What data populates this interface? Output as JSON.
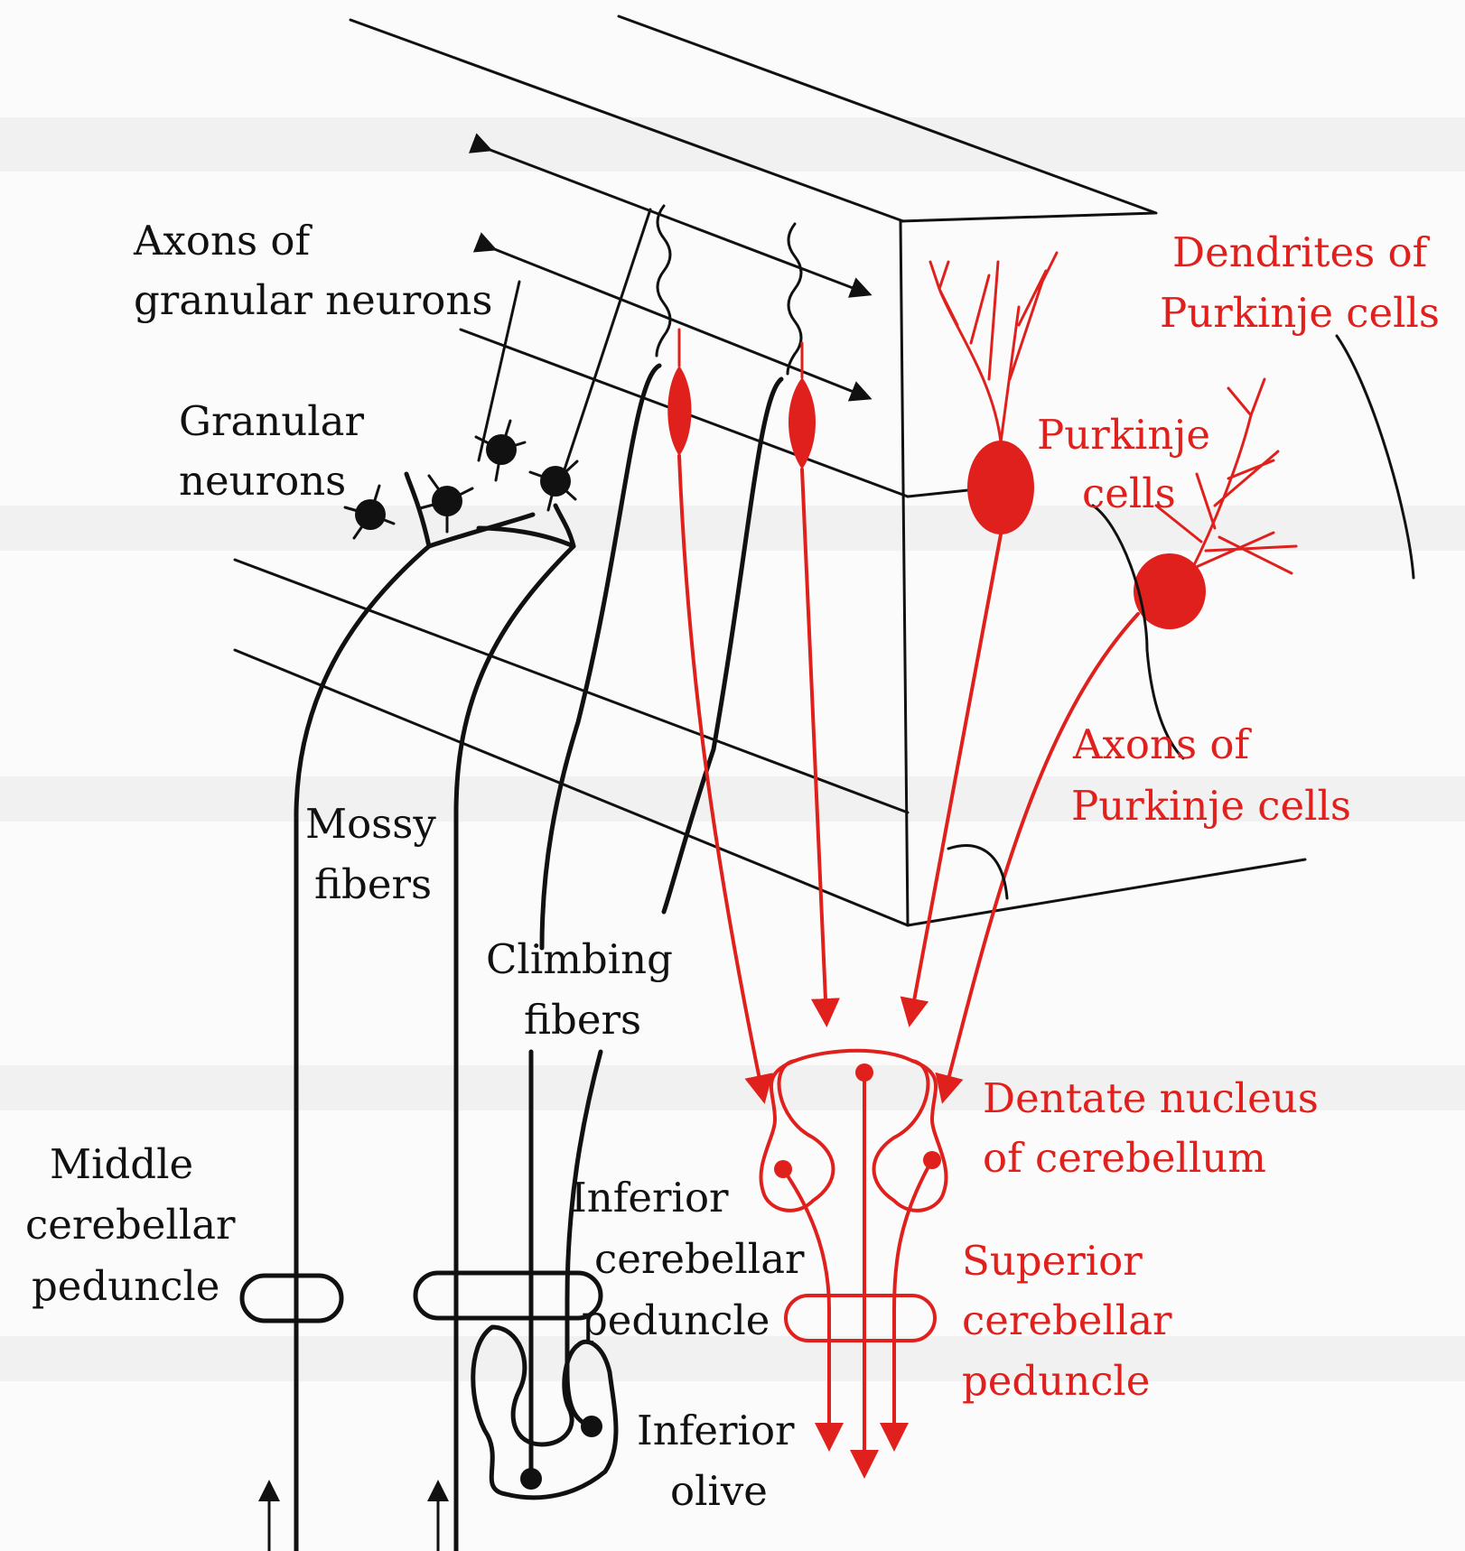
{
  "colors": {
    "black": "#111111",
    "red": "#e0201c",
    "background": "#fbfbfb"
  },
  "labels": {
    "axons_granular_1": "Axons of",
    "axons_granular_2": "granular neurons",
    "granular_1": "Granular",
    "granular_2": "neurons",
    "mossy_1": "Mossy",
    "mossy_2": "fibers",
    "climbing_1": "Climbing",
    "climbing_2": "fibers",
    "middle_ped_1": "Middle",
    "middle_ped_2": "cerebellar",
    "middle_ped_3": "peduncle",
    "inferior_ped_1": "Inferior",
    "inferior_ped_2": "cerebellar",
    "inferior_ped_3": "peduncle",
    "inferior_olive_1": "Inferior",
    "inferior_olive_2": "olive",
    "dendrites_1": "Dendrites of",
    "dendrites_2": "Purkinje cells",
    "purkinje_1": "Purkinje",
    "purkinje_2": "cells",
    "axons_purkinje_1": "Axons of",
    "axons_purkinje_2": "Purkinje cells",
    "dentate_1": "Dentate nucleus",
    "dentate_2": "of cerebellum",
    "superior_ped_1": "Superior",
    "superior_ped_2": "cerebellar",
    "superior_ped_3": "peduncle"
  }
}
